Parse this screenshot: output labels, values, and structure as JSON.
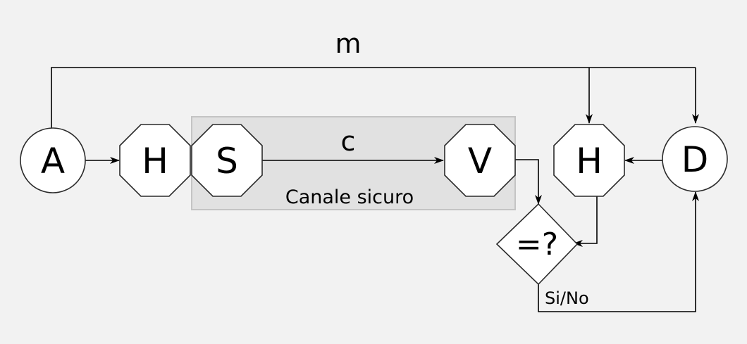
{
  "diagram": {
    "nodes": {
      "sender": "A",
      "hash_sender": "H",
      "sign": "S",
      "verify": "V",
      "hash_receiver": "H",
      "receiver": "D",
      "compare": "=?"
    },
    "labels": {
      "message": "m",
      "ciphertext": "c",
      "secure_channel": "Canale sicuro",
      "result": "Si/No"
    }
  }
}
